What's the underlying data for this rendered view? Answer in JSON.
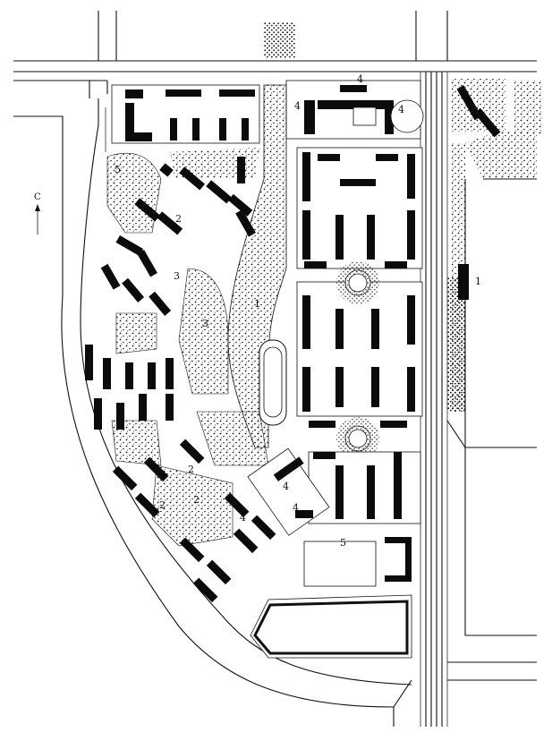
{
  "map": {
    "north_label": "С",
    "labels": [
      {
        "id": "l1a",
        "text": "1"
      },
      {
        "id": "l1b",
        "text": "1"
      },
      {
        "id": "l2a",
        "text": "2"
      },
      {
        "id": "l2b",
        "text": "2"
      },
      {
        "id": "l2c",
        "text": "2"
      },
      {
        "id": "l2d",
        "text": "2"
      },
      {
        "id": "l3a",
        "text": "3"
      },
      {
        "id": "l3b",
        "text": "3"
      },
      {
        "id": "l4a",
        "text": "4"
      },
      {
        "id": "l4b",
        "text": "4"
      },
      {
        "id": "l4c",
        "text": "4"
      },
      {
        "id": "l4d",
        "text": "4"
      },
      {
        "id": "l4e",
        "text": "4"
      },
      {
        "id": "l4f",
        "text": "4"
      },
      {
        "id": "l5a",
        "text": "5"
      },
      {
        "id": "l5b",
        "text": "5"
      }
    ],
    "colors": {
      "ink": "#111111",
      "paper": "#ffffff"
    }
  }
}
